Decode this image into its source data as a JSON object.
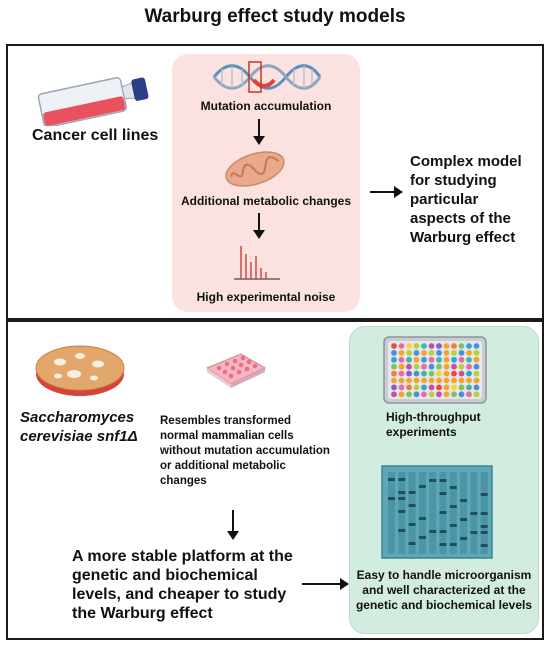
{
  "title": "Warburg effect study models",
  "top_panel": {
    "model_label": "Cancer cell lines",
    "steps": [
      "Mutation accumulation",
      "Additional metabolic changes",
      "High experimental noise"
    ],
    "outcome": "Complex model for studying particular aspects of the Warburg effect"
  },
  "bottom_panel": {
    "model_label_italic": "Saccharomyces cerevisiae snf1Δ",
    "description": "Resembles transformed normal mammalian cells without mutation accumulation or additional metabolic changes",
    "outcome": "A more stable platform at the genetic and biochemical levels, and cheaper to study the Warburg effect",
    "advantages": [
      "High-throughput experiments",
      "Easy to handle microorganism and well characterized at the genetic and biochemical levels"
    ]
  },
  "colors": {
    "pink_box": "#fbe2e1",
    "green_box": "#d3ece0",
    "flask_red": "#e8515d",
    "petri_orange": "#e3a66b"
  },
  "icons": [
    "cell-culture-flask-icon",
    "dna-icon",
    "mitochondrion-icon",
    "spectrum-peaks-icon",
    "petri-dish-icon",
    "well-plate-icon",
    "96-well-plate-icon",
    "gel-electrophoresis-icon"
  ]
}
